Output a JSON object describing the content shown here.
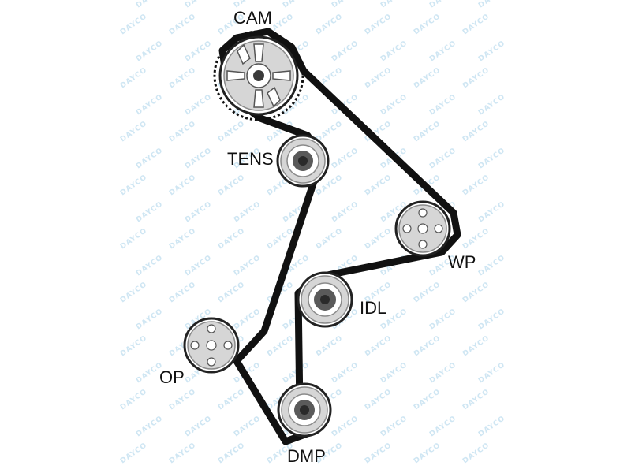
{
  "watermark": {
    "text": "DAYCO",
    "color": "#cfe6f3"
  },
  "colors": {
    "belt": "#111111",
    "pulley_rim": "#222222",
    "pulley_face": "#d6d6d6",
    "pulley_ring": "#8a8a8a",
    "hub_dark": "#3a3a3a",
    "background": "#ffffff"
  },
  "labels": {
    "cam": "CAM",
    "tens": "TENS",
    "wp": "WP",
    "idl": "IDL",
    "op": "OP",
    "dmp": "DMP"
  }
}
